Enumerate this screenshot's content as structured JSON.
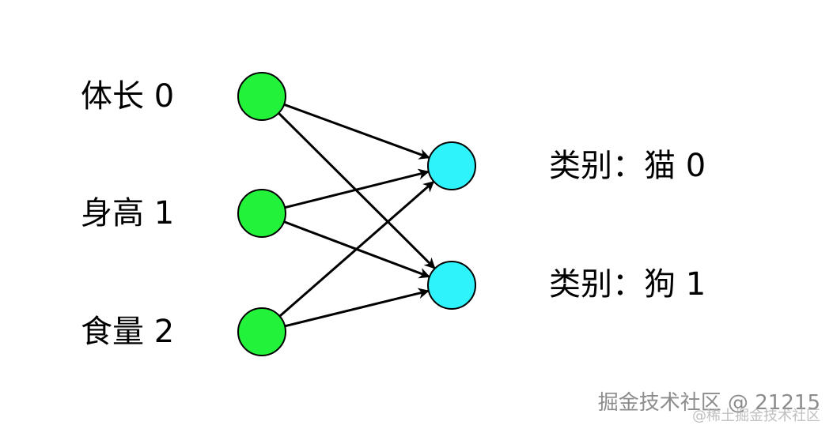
{
  "colors": {
    "input_node": "#22f23a",
    "output_node": "#2ef3fb",
    "stroke": "#000000"
  },
  "inputs": [
    {
      "label": "体长 0"
    },
    {
      "label": "身高 1"
    },
    {
      "label": "食量 2"
    }
  ],
  "outputs": [
    {
      "label": "类别：猫 0"
    },
    {
      "label": "类别：狗 1"
    }
  ],
  "edges": [
    {
      "from": 0,
      "to": 0
    },
    {
      "from": 0,
      "to": 1
    },
    {
      "from": 1,
      "to": 0
    },
    {
      "from": 1,
      "to": 1
    },
    {
      "from": 2,
      "to": 0
    },
    {
      "from": 2,
      "to": 1
    }
  ],
  "watermark": {
    "main": "掘金技术社区 @ 21215",
    "sub": "@稀土掘金技术社区"
  }
}
